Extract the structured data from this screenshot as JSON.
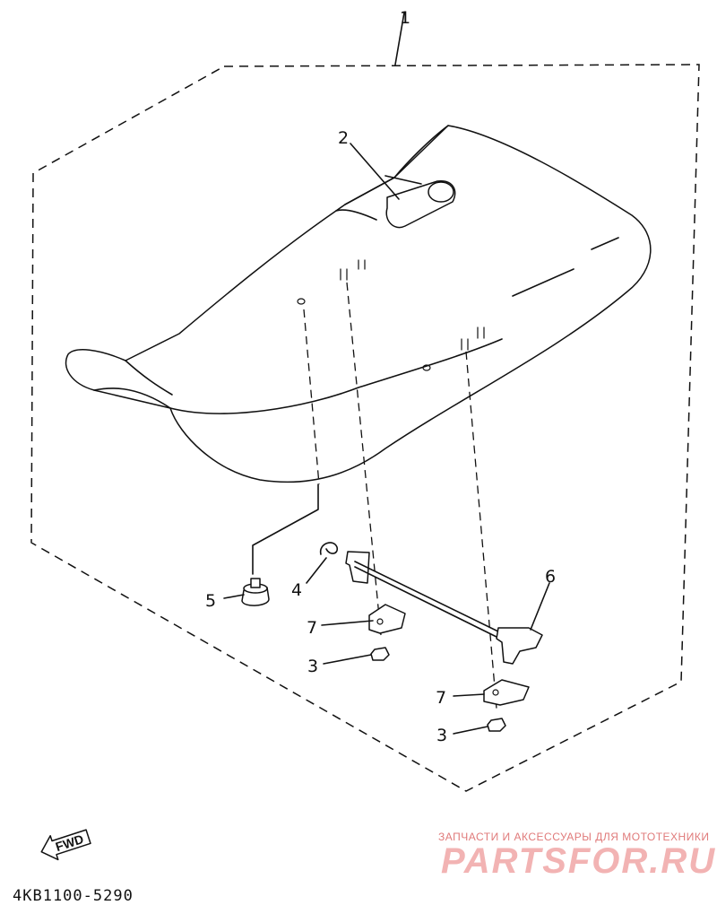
{
  "diagram": {
    "callouts": {
      "c1": "1",
      "c2": "2",
      "c3a": "3",
      "c3b": "3",
      "c4": "4",
      "c5": "5",
      "c6": "6",
      "c7a": "7",
      "c7b": "7"
    },
    "fwd_label": "FWD",
    "part_code": "4KB1100-5290"
  },
  "watermark": {
    "tagline": "ЗАПЧАСТИ И АКСЕССУАРЫ ДЛЯ МОТОТЕХНИКИ",
    "brand": "PARTSFOR.RU"
  }
}
